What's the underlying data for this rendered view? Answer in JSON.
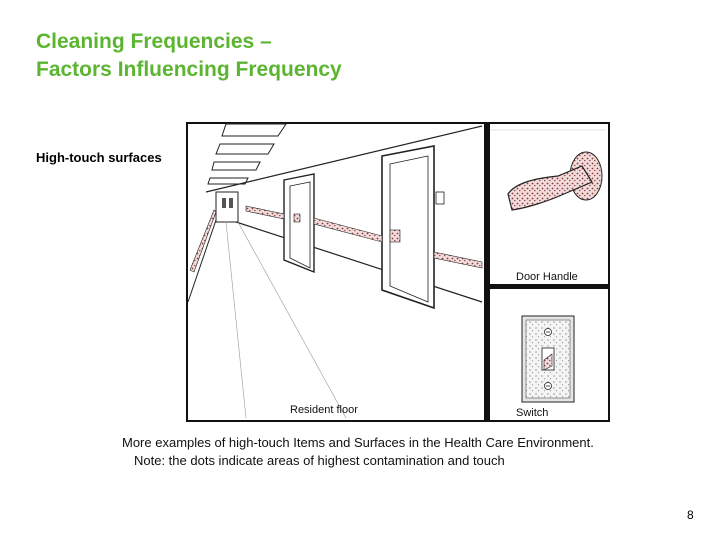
{
  "slide": {
    "title_line1": "Cleaning Frequencies –",
    "title_line2": "Factors Influencing Frequency",
    "subtitle": "High-touch surfaces",
    "caption_line1": "More examples of high-touch Items and Surfaces in the Health Care Environment.",
    "caption_line2": "Note: the dots indicate areas of highest contamination and touch",
    "page_number": "8",
    "title_color": "#5cb531"
  },
  "figure": {
    "hallway_label": "Resident floor",
    "door_handle_label": "Door Handle",
    "switch_label": "Switch",
    "icons": [
      "hallway-illustration",
      "door-handle-illustration",
      "light-switch-illustration"
    ]
  }
}
